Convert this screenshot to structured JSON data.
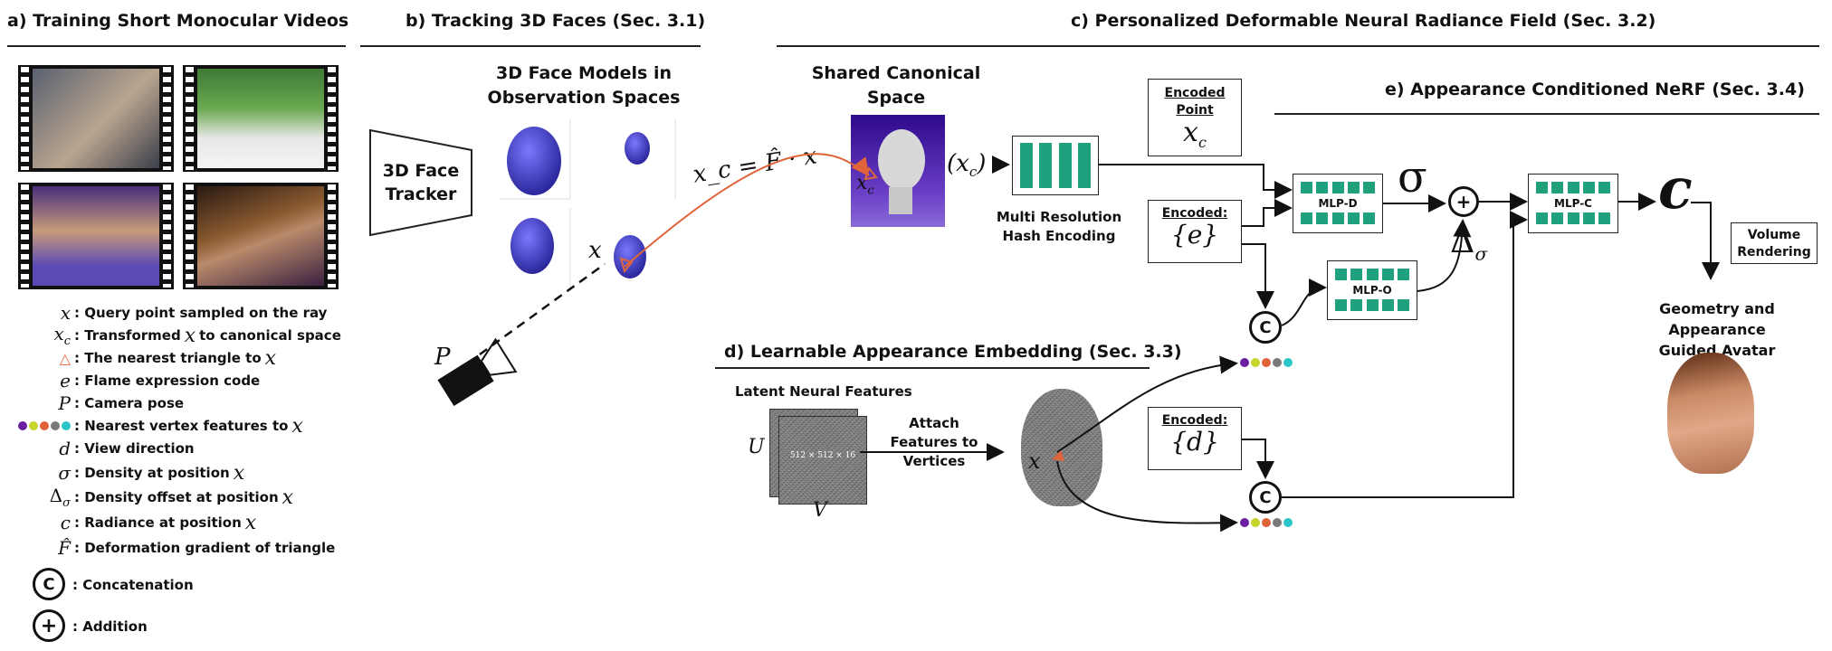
{
  "sections": {
    "a": "a) Training Short Monocular Videos",
    "b": "b) Tracking 3D Faces (Sec. 3.1)",
    "c": "c) Personalized Deformable Neural Radiance Field (Sec. 3.2)",
    "d": "d) Learnable Appearance Embedding (Sec. 3.3)",
    "e": "e) Appearance Conditioned NeRF (Sec. 3.4)"
  },
  "tracker": {
    "label1": "3D Face",
    "label2": "Tracker"
  },
  "obs_title": {
    "l1": "3D Face Models in",
    "l2": "Observation Spaces"
  },
  "canon_title": {
    "l1": "Shared Canonical",
    "l2": "Space"
  },
  "transform_eq": "x_c = F̂ · x",
  "math": {
    "x": "x",
    "xc": "x",
    "xc_sub": "c",
    "xc_paren": "(x",
    "xc_paren_end": ")",
    "P": "P",
    "U": "U",
    "V": "V",
    "e": "{e}",
    "d": "{d}",
    "sigma": "σ",
    "delta": "Δ",
    "delta_sub": "σ",
    "c_out": "c"
  },
  "hash": {
    "l1": "Multi Resolution",
    "l2": "Hash Encoding"
  },
  "encoded_point": {
    "l1": "Encoded",
    "l2": "Point"
  },
  "encoded_e": "Encoded:",
  "encoded_d": "Encoded:",
  "mlp": {
    "d": "MLP-D",
    "o": "MLP-O",
    "c": "MLP-C"
  },
  "volume": {
    "l1": "Volume",
    "l2": "Rendering"
  },
  "avatar": {
    "l1": "Geometry and Appearance",
    "l2": "Guided Avatar"
  },
  "latent": "Latent Neural Features",
  "latent_dims": "512 × 512 × 16",
  "attach": {
    "l1": "Attach",
    "l2": "Features to",
    "l3": "Vertices"
  },
  "circle": {
    "concat": "C",
    "add": "+"
  },
  "legend": [
    {
      "sym": "x",
      "text": ": Query point sampled on the ray",
      "tail": ""
    },
    {
      "sym": "x",
      "sub": "c",
      "text": ": Transformed",
      "mid": "x",
      "text2": "to canonical space"
    },
    {
      "sym": "△",
      "text": ": The nearest triangle to",
      "tail": "x"
    },
    {
      "sym": "e",
      "text": ": Flame expression code",
      "tail": ""
    },
    {
      "sym": "P",
      "text": ": Camera pose",
      "tail": ""
    },
    {
      "sym": "dots",
      "text": ": Nearest vertex features to",
      "tail": "x"
    },
    {
      "sym": "d",
      "text": ": View direction",
      "tail": ""
    },
    {
      "sym": "σ",
      "text": ": Density at position",
      "tail": "x"
    },
    {
      "sym": "Δ",
      "sub": "σ",
      "text": ": Density offset at position",
      "tail": "x"
    },
    {
      "sym": "c",
      "text": ": Radiance at position",
      "tail": "x"
    },
    {
      "sym": "F̂",
      "text": ": Deformation gradient of triangle",
      "tail": ""
    }
  ],
  "legend_concat": ": Concatenation",
  "legend_add": ": Addition",
  "colors": {
    "mlp_green": "#1fa17e",
    "arrow_red": "#e0643a",
    "face_blue": "#4a46c8",
    "canon_purple": "#6b3fc6"
  },
  "feature_dots": [
    "#6a1fa0",
    "#c6d42c",
    "#e0643a",
    "#7a7a7a",
    "#2cc6c8"
  ]
}
